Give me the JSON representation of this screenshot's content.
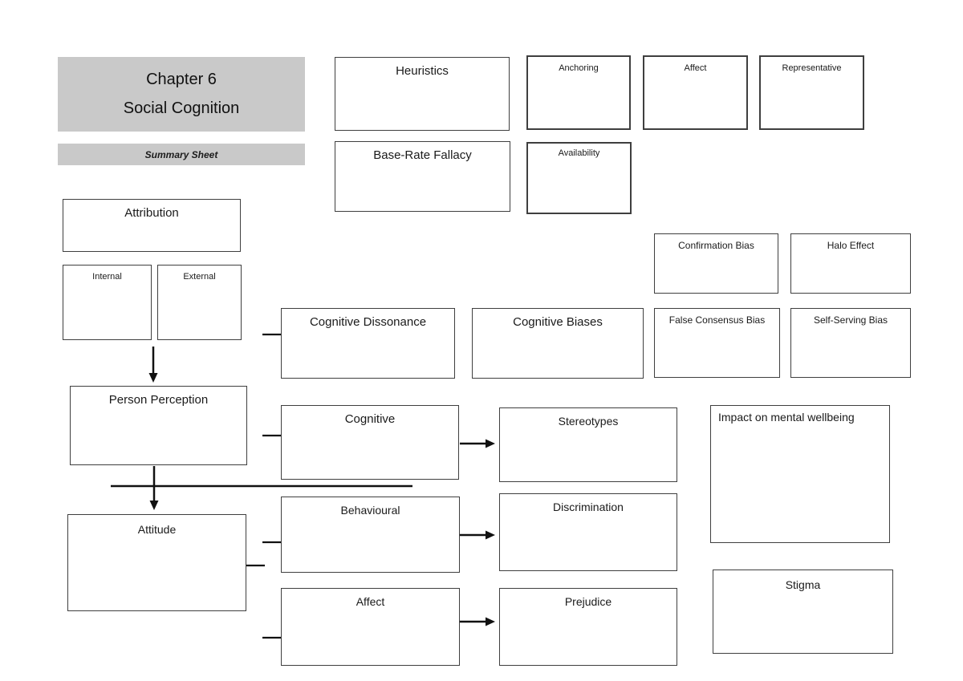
{
  "header": {
    "title_line1": "Chapter 6",
    "title_line2": "Social Cognition",
    "subtitle": "Summary Sheet"
  },
  "nodes": {
    "heuristics": "Heuristics",
    "anchoring": "Anchoring",
    "affect_top": "Affect",
    "representative": "Representative",
    "base_rate_fallacy": "Base-Rate Fallacy",
    "availability": "Availability",
    "attribution": "Attribution",
    "internal": "Internal",
    "external": "External",
    "confirmation_bias": "Confirmation Bias",
    "halo_effect": "Halo Effect",
    "cognitive_dissonance": "Cognitive Dissonance",
    "cognitive_biases": "Cognitive Biases",
    "false_consensus_bias": "False Consensus Bias",
    "self_serving_bias": "Self-Serving Bias",
    "person_perception": "Person Perception",
    "cognitive": "Cognitive",
    "stereotypes": "Stereotypes",
    "impact_wellbeing": "Impact on mental wellbeing",
    "behavioural": "Behavioural",
    "discrimination": "Discrimination",
    "attitude": "Attitude",
    "affect_bottom": "Affect",
    "prejudice": "Prejudice",
    "stigma": "Stigma"
  },
  "colors": {
    "header_fill": "#c9c9c9",
    "box_border": "#3f3f3f",
    "connector": "#111111",
    "text": "#1a1a1a",
    "background": "#ffffff"
  }
}
